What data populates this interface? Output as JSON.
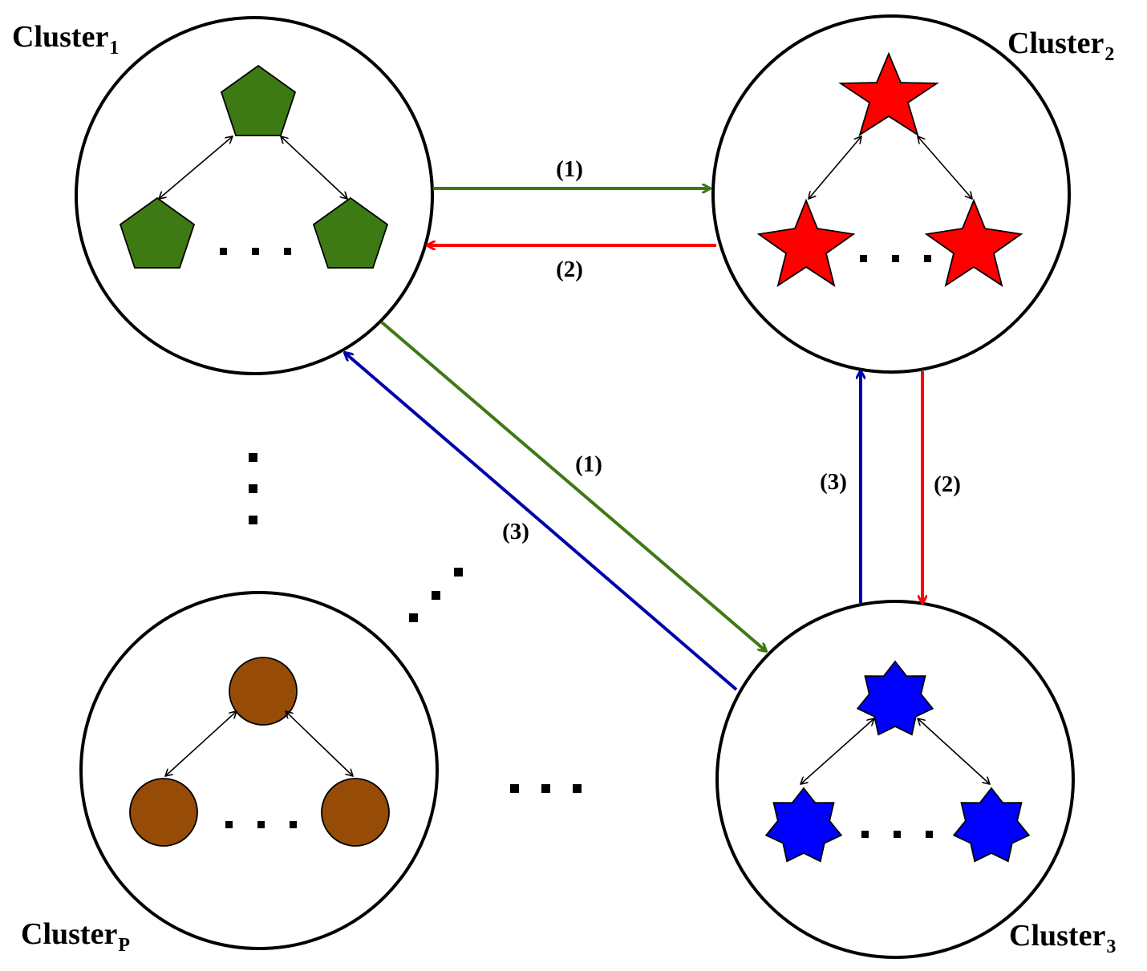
{
  "clusters": [
    {
      "id": "cluster-1",
      "name": "Cluster",
      "subscript": "1",
      "shape": "pentagon",
      "color": "#3e7a14"
    },
    {
      "id": "cluster-2",
      "name": "Cluster",
      "subscript": "2",
      "shape": "star",
      "color": "#ff0000"
    },
    {
      "id": "cluster-3",
      "name": "Cluster",
      "subscript": "3",
      "shape": "heptagram",
      "color": "#0000ff"
    },
    {
      "id": "cluster-p",
      "name": "Cluster",
      "subscript": "P",
      "shape": "circle",
      "color": "#964b06"
    }
  ],
  "edges": [
    {
      "id": "edge-1-to-2",
      "from": "Cluster1",
      "to": "Cluster2",
      "label": "(1)",
      "color": "#3e7a14"
    },
    {
      "id": "edge-2-to-1",
      "from": "Cluster2",
      "to": "Cluster1",
      "label": "(2)",
      "color": "#ff0000"
    },
    {
      "id": "edge-1-to-3",
      "from": "Cluster1",
      "to": "Cluster3",
      "label": "(1)",
      "color": "#3e7a14"
    },
    {
      "id": "edge-3-to-1",
      "from": "Cluster3",
      "to": "Cluster1",
      "label": "(3)",
      "color": "#0000aa"
    },
    {
      "id": "edge-2-to-3",
      "from": "Cluster2",
      "to": "Cluster3",
      "label": "(2)",
      "color": "#ff0000"
    },
    {
      "id": "edge-3-to-2",
      "from": "Cluster3",
      "to": "Cluster2",
      "label": "(3)",
      "color": "#0000aa"
    }
  ],
  "colors": {
    "outline": "#000000",
    "background": "#ffffff"
  }
}
